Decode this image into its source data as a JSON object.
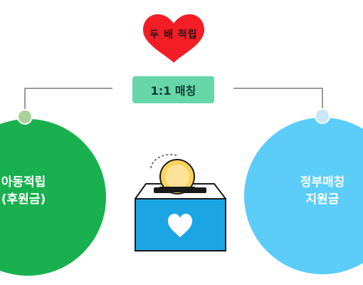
{
  "colors": {
    "heart": "#f21d25",
    "match_box": "#67d6a8",
    "left_circle": "#19b14f",
    "left_dot": "#a8d29a",
    "right_circle": "#5ccdf9",
    "right_dot": "#c7e6f7",
    "box": "#1ca5e4",
    "coin": "#fbd25a",
    "line": "#7a7a7a"
  },
  "heart_label": "두 배 적립",
  "match_label": "1:1 매칭",
  "left_circle": {
    "line1": "아동적립",
    "line2": "(후원금)"
  },
  "right_circle": {
    "line1": "정부매칭",
    "line2": "지원금"
  },
  "icons": [
    "heart-icon",
    "coin-icon",
    "donation-box-icon"
  ]
}
